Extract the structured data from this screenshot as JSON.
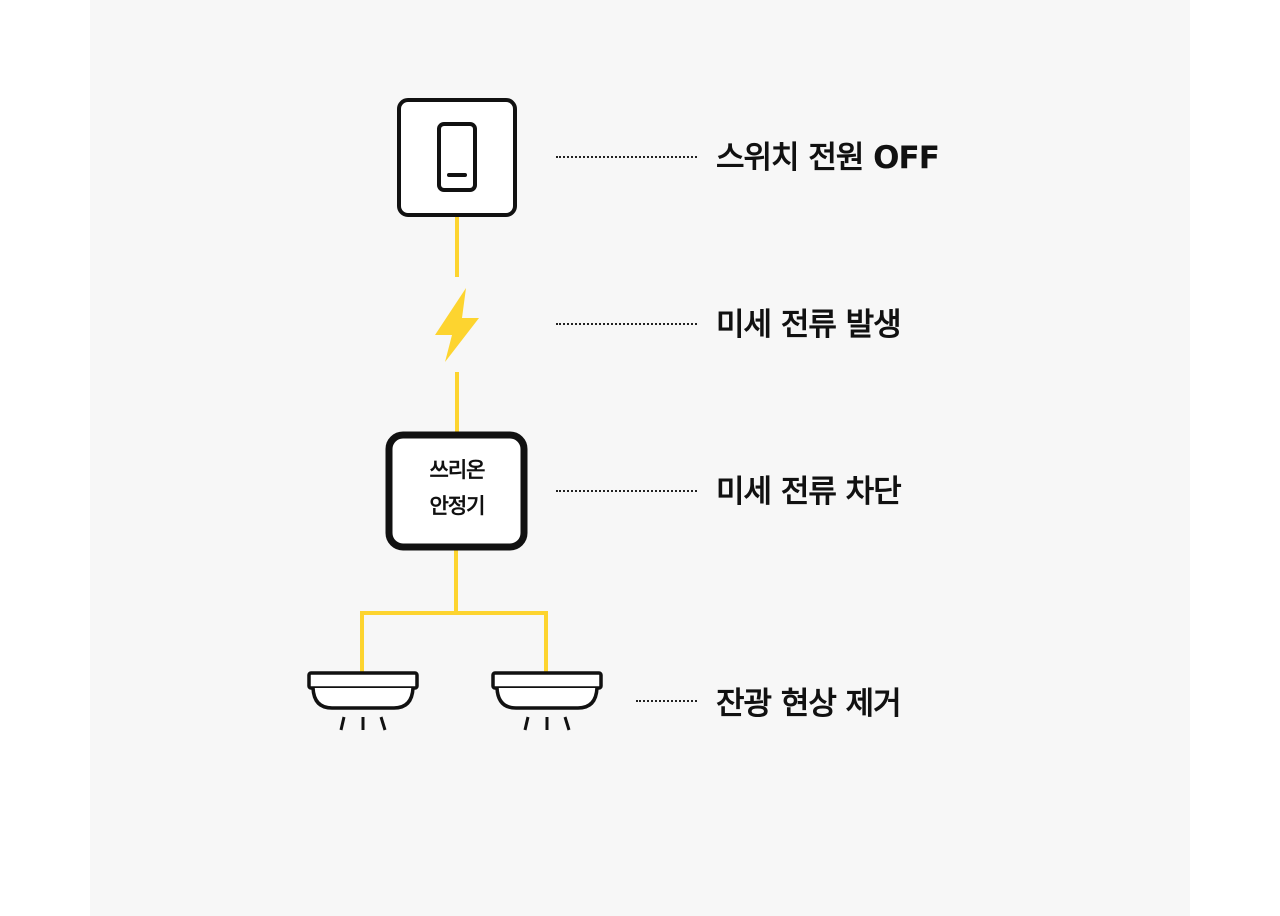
{
  "colors": {
    "wire": "#fdd42f",
    "stroke": "#111111",
    "panel": "#f7f7f7"
  },
  "device": {
    "line1": "쓰리온",
    "line2": "안정기"
  },
  "steps": [
    {
      "label": "스위치 전원 OFF",
      "icon": "wall-switch-icon"
    },
    {
      "label": "미세 전류 발생",
      "icon": "lightning-bolt-icon"
    },
    {
      "label": "미세 전류 차단",
      "icon": "stabilizer-icon"
    },
    {
      "label": "잔광 현상 제거",
      "icon": "ceiling-lamp-icon"
    }
  ]
}
